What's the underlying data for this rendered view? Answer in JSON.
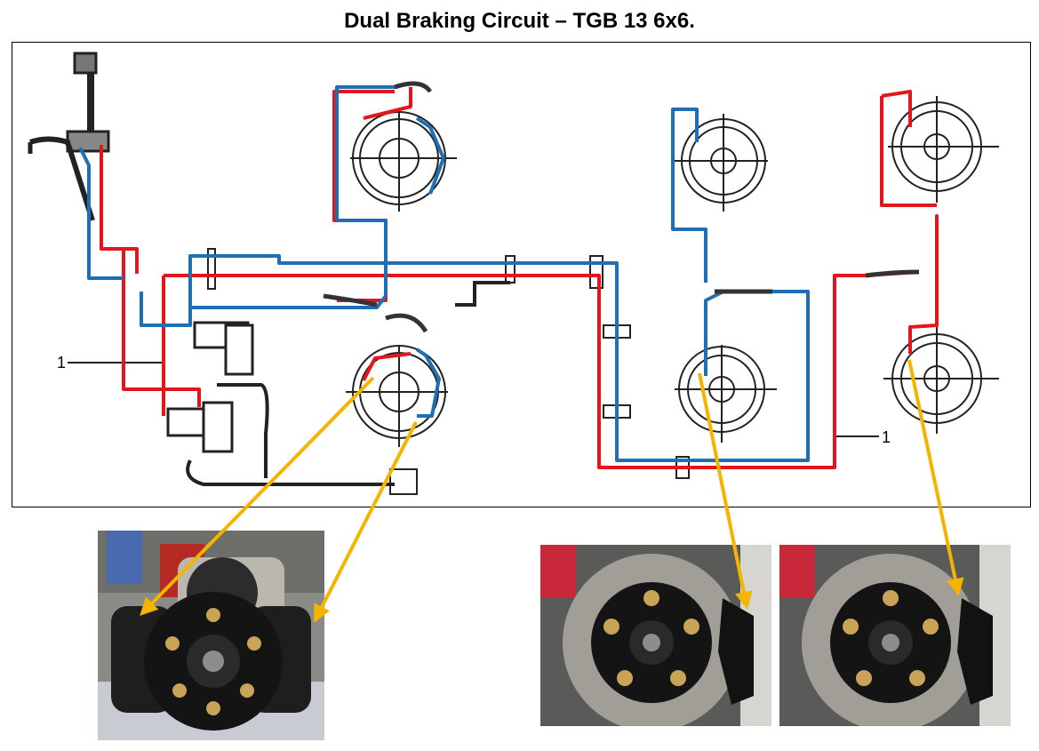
{
  "title": "Dual Braking Circuit – TGB 13 6x6.",
  "colors": {
    "circuit_a": "#e3161b",
    "circuit_b": "#1f6fb5",
    "pointer_arrow": "#f5b400",
    "drawing_ink": "#222222"
  },
  "diagram": {
    "callout_left": "1",
    "callout_right": "1"
  },
  "photos": [
    {
      "id": "rear-drum-brake",
      "icon": "drum-brake-photo"
    },
    {
      "id": "front-disc-brake-left",
      "icon": "disc-brake-photo"
    },
    {
      "id": "front-disc-brake-right",
      "icon": "disc-brake-photo"
    }
  ]
}
